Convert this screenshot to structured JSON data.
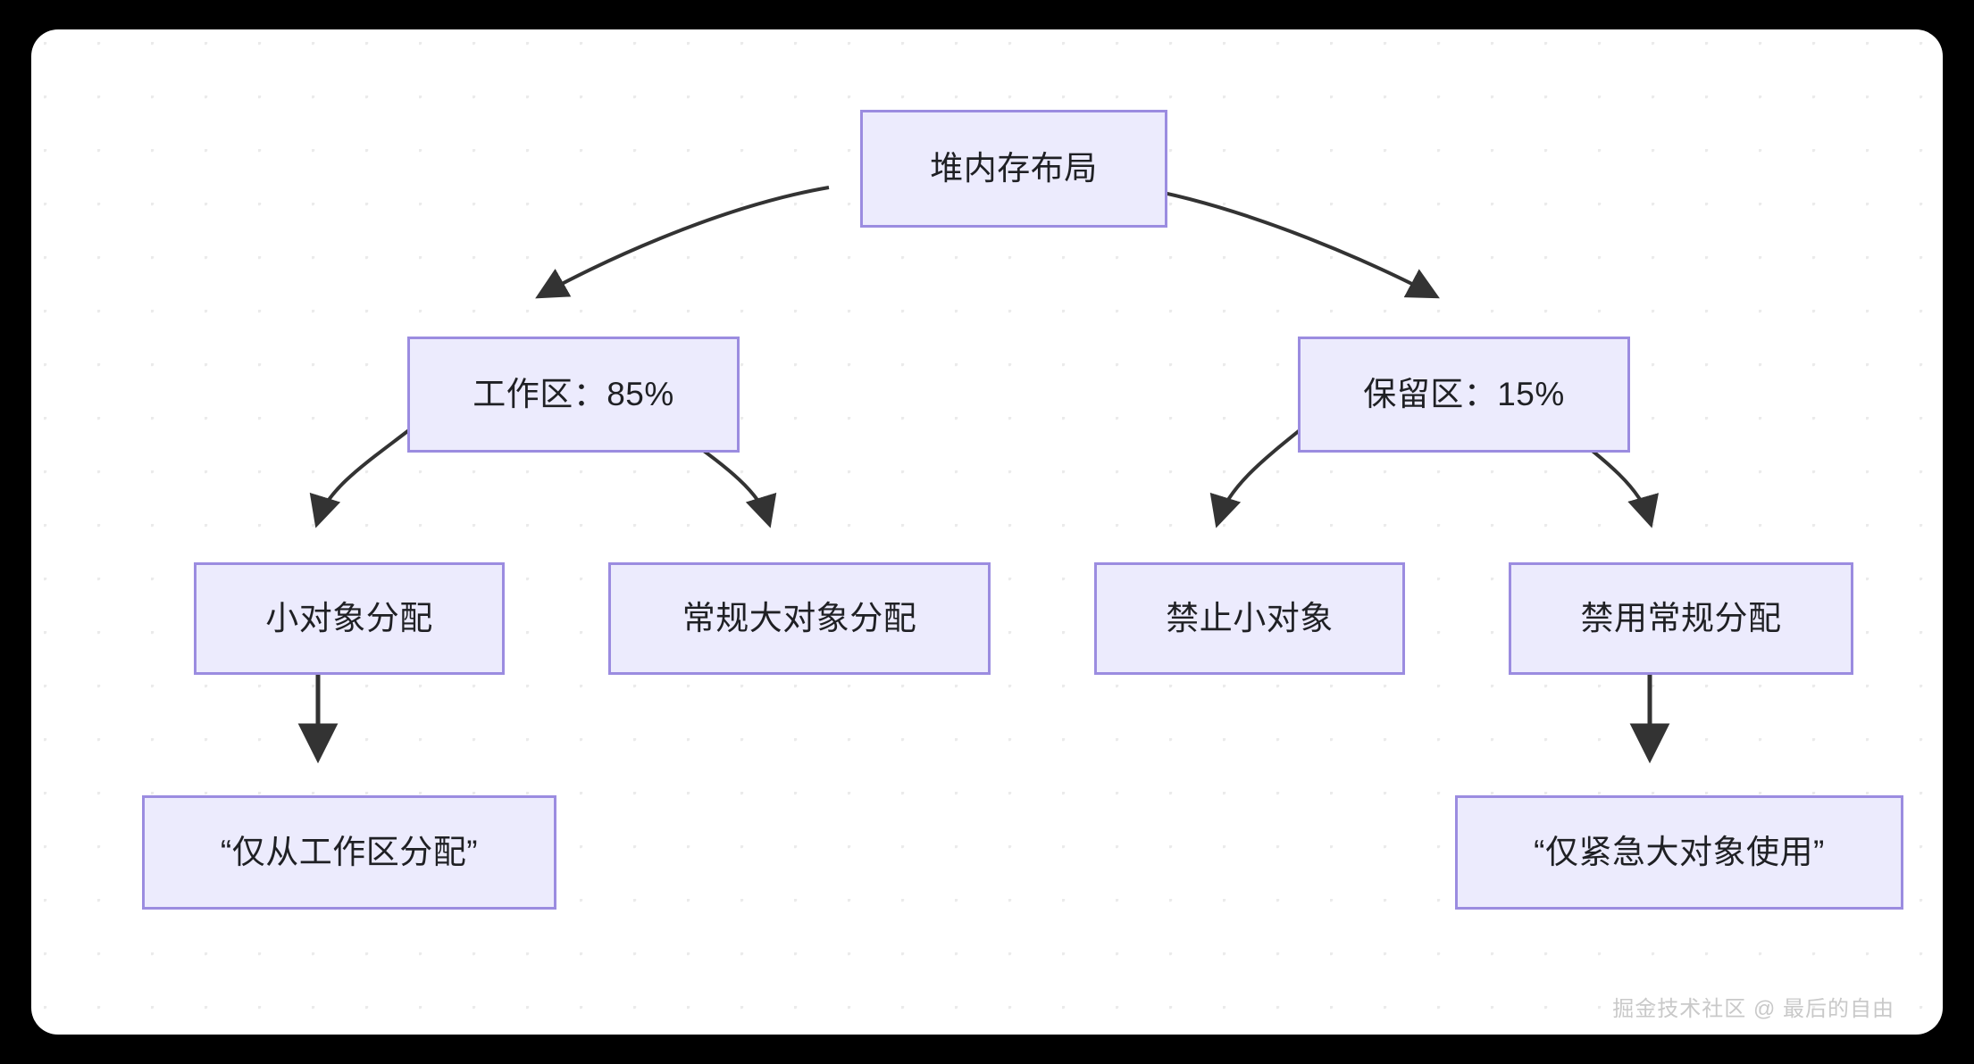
{
  "canvas": {
    "background_color": "#ffffff",
    "outer_background_color": "#000000",
    "dot_color": "#ebebeb"
  },
  "theme": {
    "node_fill": "#ecebfd",
    "node_border": "#9b8ce0",
    "node_text": "#1f2024",
    "edge_color": "#333333",
    "watermark_color": "#c9c9c9"
  },
  "diagram": {
    "type": "flowchart",
    "direction": "top-down",
    "nodes": [
      {
        "id": "root",
        "label": "堆内存布局",
        "level": 1
      },
      {
        "id": "work",
        "label": "工作区：85%",
        "level": 2
      },
      {
        "id": "reserve",
        "label": "保留区：15%",
        "level": 2
      },
      {
        "id": "small",
        "label": "小对象分配",
        "level": 3
      },
      {
        "id": "largereg",
        "label": "常规大对象分配",
        "level": 3
      },
      {
        "id": "nosmall",
        "label": "禁止小对象",
        "level": 3
      },
      {
        "id": "noregular",
        "label": "禁用常规分配",
        "level": 3
      },
      {
        "id": "onlywork",
        "label": "“仅从工作区分配”",
        "level": 4
      },
      {
        "id": "onlyurg",
        "label": "“仅紧急大对象使用”",
        "level": 4
      }
    ],
    "edges": [
      {
        "from": "root",
        "to": "work",
        "style": "curved"
      },
      {
        "from": "root",
        "to": "reserve",
        "style": "curved"
      },
      {
        "from": "work",
        "to": "small",
        "style": "curved"
      },
      {
        "from": "work",
        "to": "largereg",
        "style": "curved"
      },
      {
        "from": "reserve",
        "to": "nosmall",
        "style": "curved"
      },
      {
        "from": "reserve",
        "to": "noregular",
        "style": "curved"
      },
      {
        "from": "small",
        "to": "onlywork",
        "style": "straight"
      },
      {
        "from": "noregular",
        "to": "onlyurg",
        "style": "straight"
      }
    ]
  },
  "watermark": {
    "text": "掘金技术社区 @ 最后的自由"
  }
}
